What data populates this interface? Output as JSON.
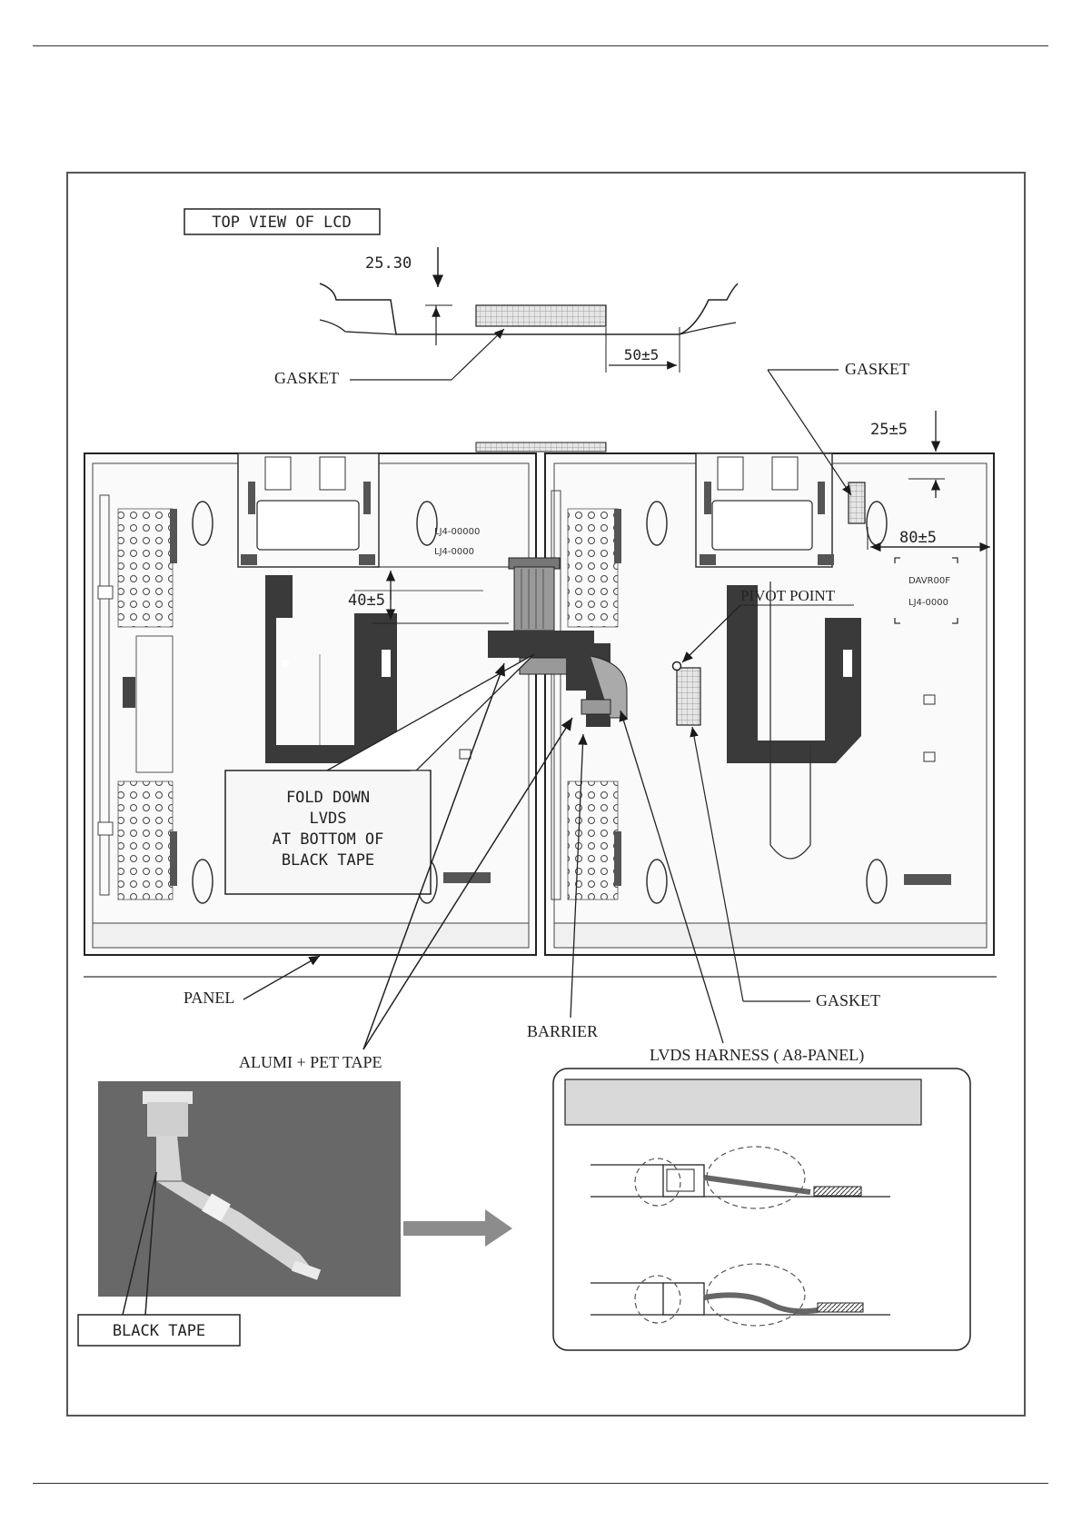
{
  "labels": {
    "top_view": "TOP VIEW OF LCD",
    "dim_25_30": "25.30",
    "dim_50": "50±5",
    "dim_25": "25±5",
    "dim_80": "80±5",
    "dim_40": "40±5",
    "gasket_top_left": "GASKET",
    "gasket_top_right": "GASKET",
    "gasket_bottom": "GASKET",
    "pivot_point": "PIVOT POINT",
    "panel": "PANEL",
    "barrier": "BARRIER",
    "alumi_pet_tape": "ALUMI + PET TAPE",
    "lvds_harness": "LVDS  HARNESS ( A8-PANEL)",
    "black_tape": "BLACK TAPE",
    "fold_down_lines": [
      "FOLD DOWN",
      "LVDS",
      "AT BOTTOM OF",
      "BLACK TAPE"
    ]
  },
  "colors": {
    "line": "#1a1a1a",
    "dark_fill": "#3a3a3a",
    "gasket_fill": "#cfcfcf",
    "photo_bg": "#6e6e6e",
    "banner_fill": "#d9d9d9",
    "arrow_gray": "#8c8c8c"
  }
}
